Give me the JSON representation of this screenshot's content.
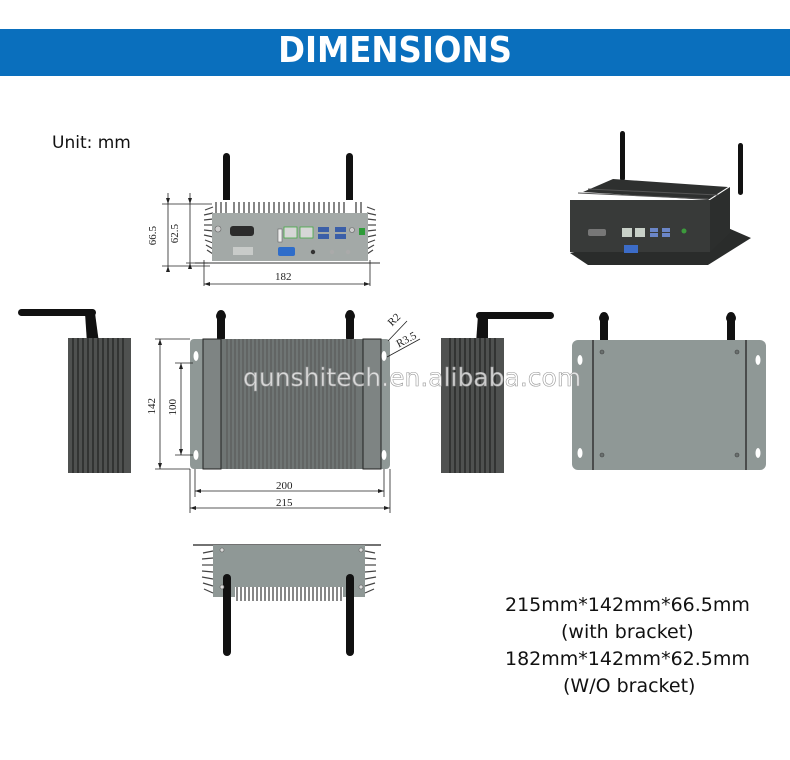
{
  "header": {
    "title": "DIMENSIONS",
    "background_color": "#0a6fbd"
  },
  "unit_label": "Unit: mm",
  "front_view": {
    "height_with_bracket": "66.5",
    "height_without_bracket": "62.5",
    "width": "182"
  },
  "top_view": {
    "overall_height": "142",
    "hole_spacing_vertical": "100",
    "hole_spacing_horizontal": "200",
    "overall_width": "215",
    "corner_radius": "R2",
    "hole_radius": "R3.5"
  },
  "watermark": "qunshitech.en.alibaba.com",
  "specs": {
    "line1": "215mm*142mm*66.5mm",
    "line2": "(with bracket)",
    "line3": "182mm*142mm*62.5mm",
    "line4": "(W/O bracket)"
  },
  "colors": {
    "chassis_gray": "#8f9896",
    "chassis_dark": "#3b3d3c",
    "antenna": "#111111"
  }
}
